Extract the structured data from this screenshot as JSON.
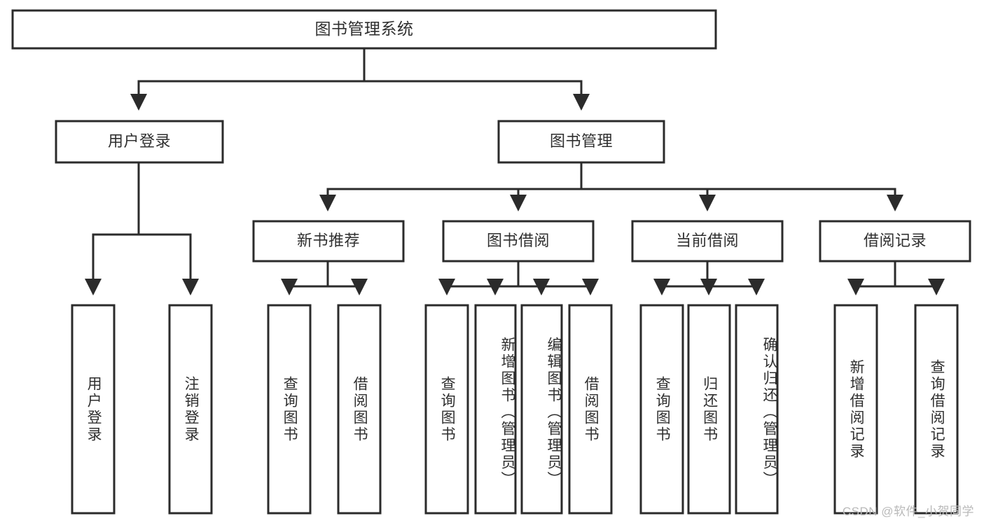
{
  "diagram": {
    "title": "图书管理系统",
    "type": "hierarchy-tree",
    "watermark": "CSDN @软件_小贺同学",
    "colors": {
      "stroke": "#2b2b2b",
      "box_fill": "#ffffff",
      "text": "#2f2f2f",
      "background": "#ffffff",
      "watermark": "#b9b9b9"
    },
    "root": {
      "label": "图书管理系统"
    },
    "level1": [
      {
        "label": "用户登录"
      },
      {
        "label": "图书管理"
      }
    ],
    "level2": [
      {
        "label": "新书推荐"
      },
      {
        "label": "图书借阅"
      },
      {
        "label": "当前借阅"
      },
      {
        "label": "借阅记录"
      }
    ],
    "leaves": {
      "user_login": [
        {
          "label": "用户登录"
        },
        {
          "label": "注销登录"
        }
      ],
      "new_book_recommend": [
        {
          "label": "查询图书"
        },
        {
          "label": "借阅图书"
        }
      ],
      "book_borrow": [
        {
          "label": "查询图书"
        },
        {
          "label": "新增图书（管理员）"
        },
        {
          "label": "编辑图书（管理员）"
        },
        {
          "label": "借阅图书"
        }
      ],
      "current_borrow": [
        {
          "label": "查询图书"
        },
        {
          "label": "归还图书"
        },
        {
          "label": "确认归还（管理员）"
        }
      ],
      "borrow_record": [
        {
          "label": "新增借阅记录"
        },
        {
          "label": "查询借阅记录"
        }
      ]
    }
  }
}
